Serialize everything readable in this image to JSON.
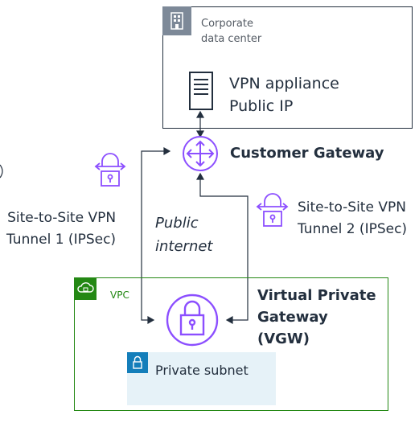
{
  "corporate": {
    "line1": "Corporate",
    "line2": "data center"
  },
  "vpn_appliance": {
    "line1": "VPN appliance",
    "line2": "Public IP"
  },
  "customer_gateway": {
    "label": "Customer Gateway"
  },
  "tunnel1": {
    "line1": "Site-to-Site VPN",
    "line2": "Tunnel 1 (IPSec)"
  },
  "tunnel2": {
    "line1": "Site-to-Site VPN",
    "line2": "Tunnel 2 (IPSec)"
  },
  "public_internet": {
    "line1": "Public",
    "line2": "internet"
  },
  "vpc": {
    "label": "VPC"
  },
  "vgw": {
    "line1": "Virtual Private",
    "line2": "Gateway",
    "line3": "(VGW)"
  },
  "subnet": {
    "label": "Private subnet"
  },
  "colors": {
    "dark": "#232f3e",
    "purple": "#8c4fff",
    "vpc_green": "#248814",
    "subnet_blue": "#147eba",
    "dc_gray": "#7d8998"
  },
  "icons": [
    "building-icon",
    "server-icon",
    "router-icon",
    "lock-icon",
    "vpn-tunnel-icon",
    "cloud-icon"
  ]
}
